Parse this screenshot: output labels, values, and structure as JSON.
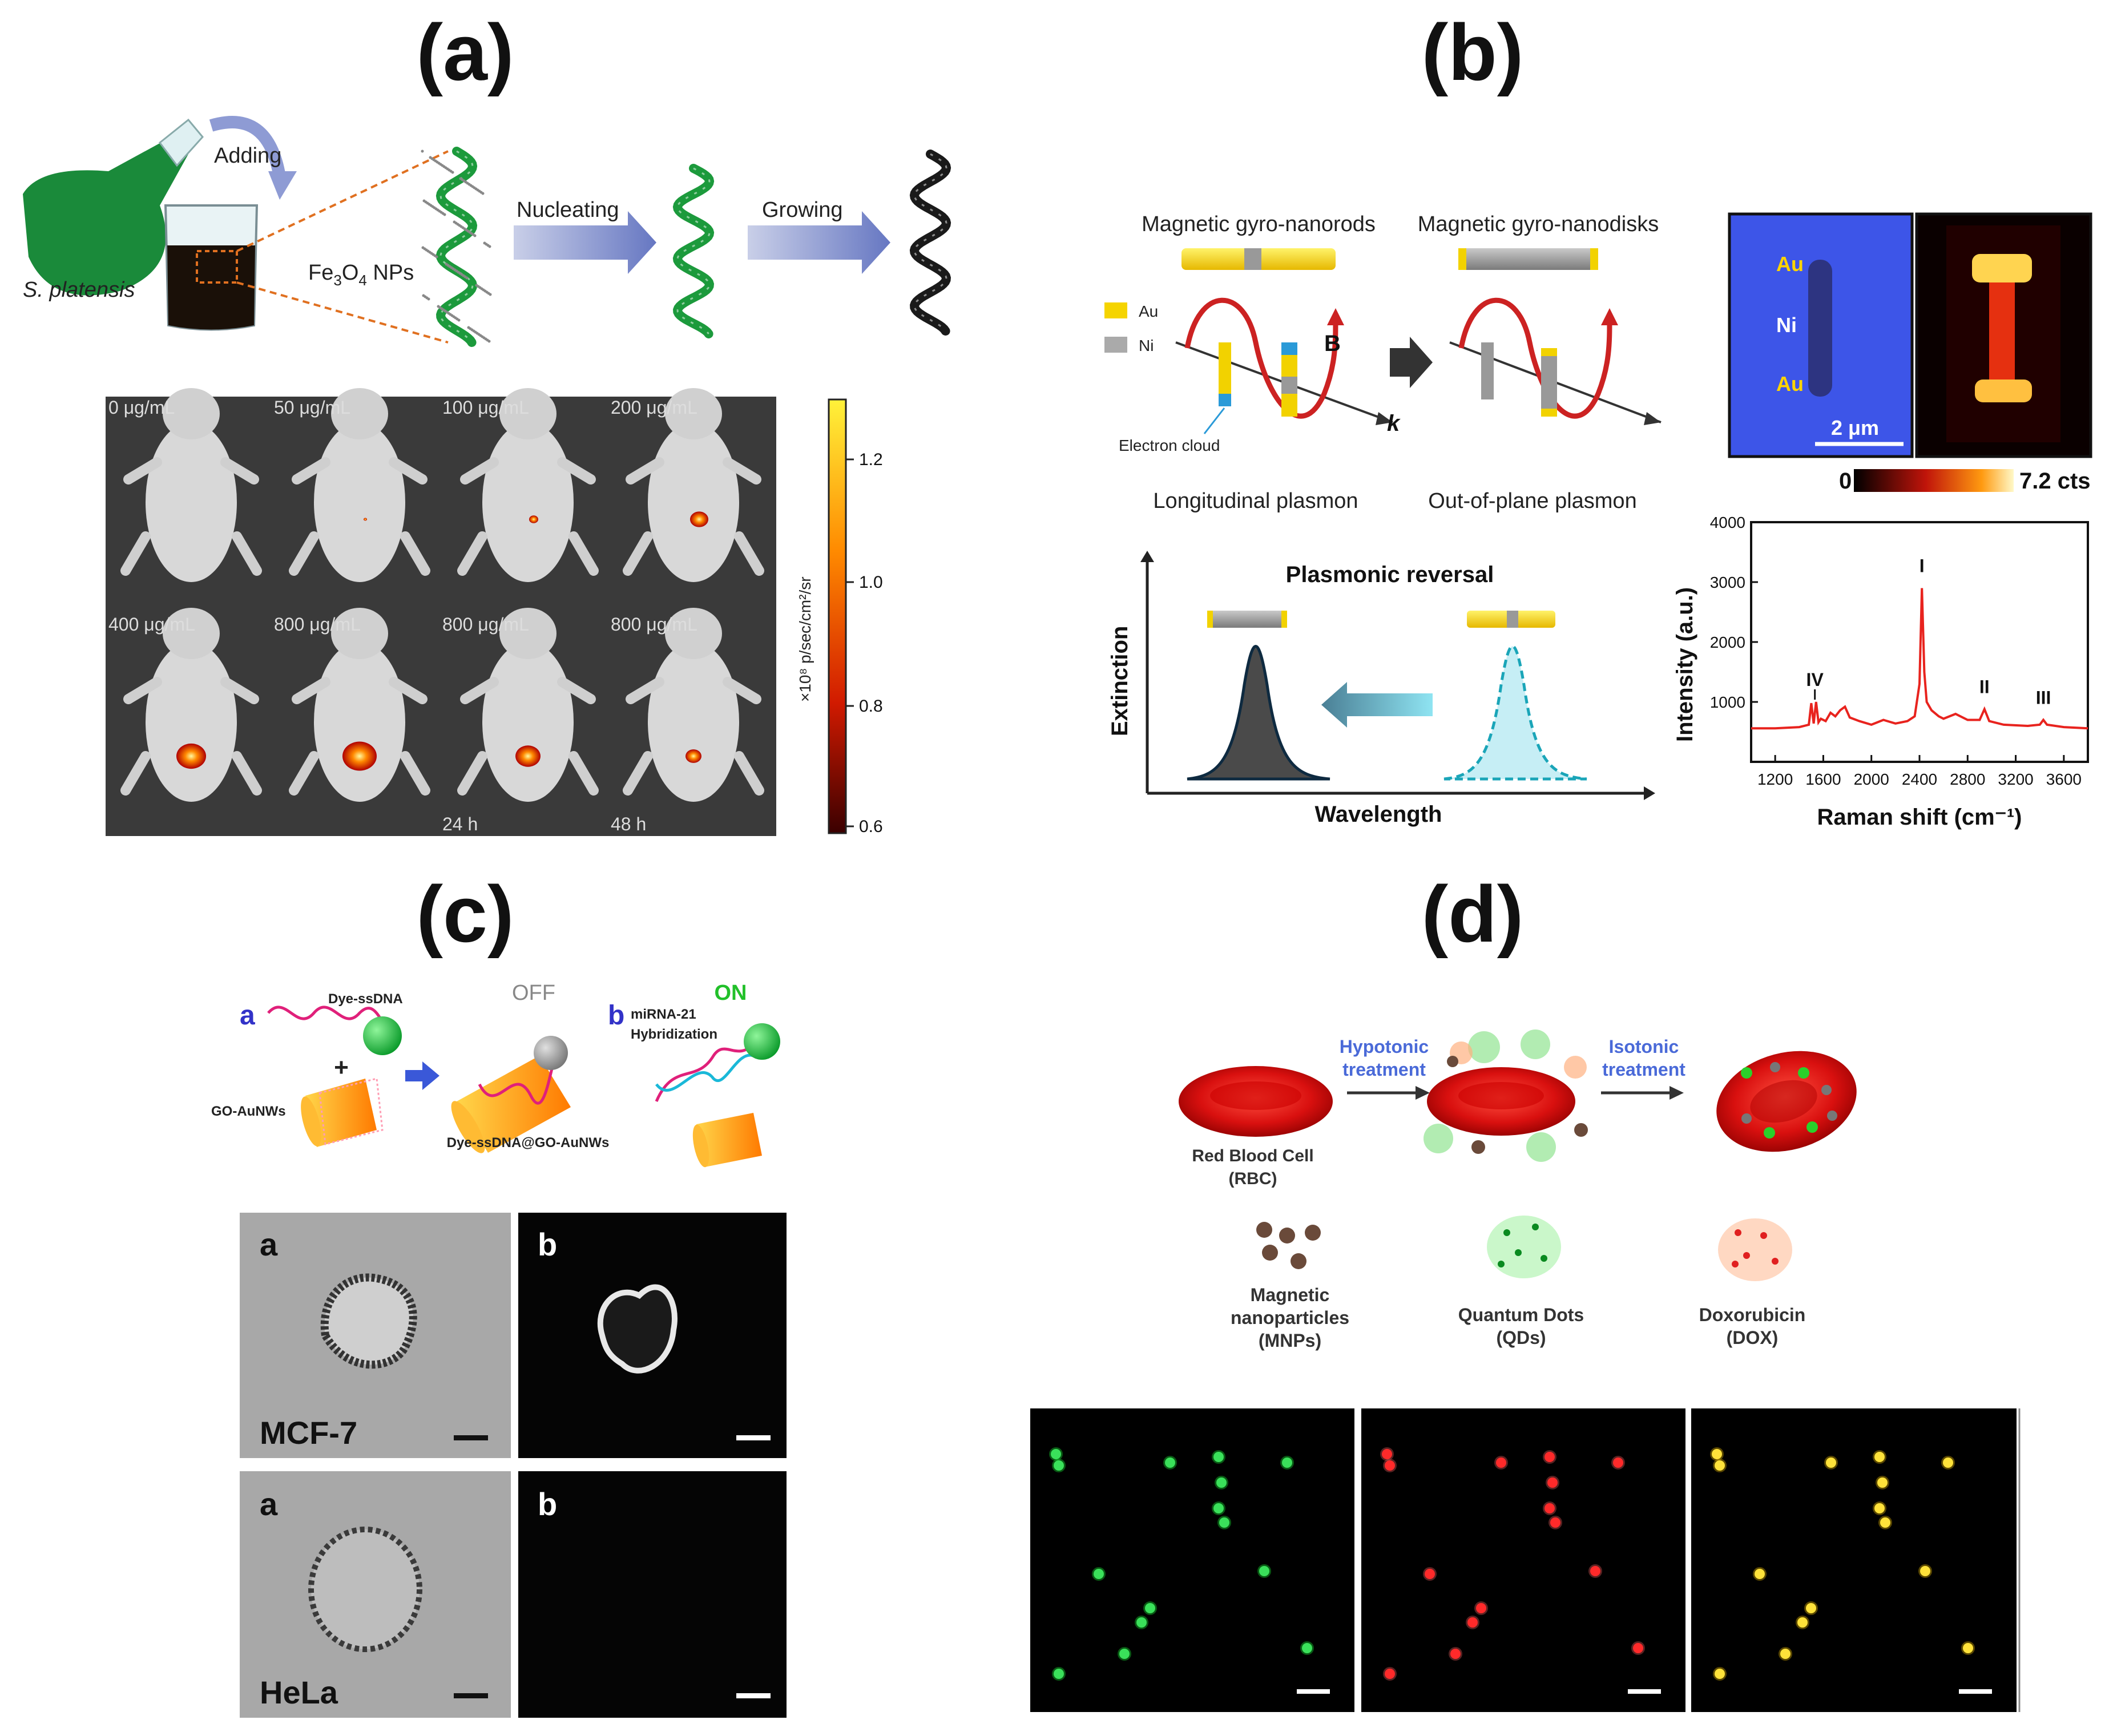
{
  "panels": {
    "a": {
      "label": "(a)",
      "adding": "Adding",
      "species": "S. platensis",
      "nps": "Fe",
      "nps_sub": "3",
      "nps_mid": "O",
      "nps_sub2": "4",
      "nps_tail": " NPs",
      "nucleating": "Nucleating",
      "growing": "Growing",
      "doses_top": [
        "0 μg/mL",
        "50 μg/mL",
        "100 μg/mL",
        "200 μg/mL"
      ],
      "doses_bottom": [
        "400 μg/mL",
        "800 μg/mL",
        "800 μg/mL",
        "800 μg/mL"
      ],
      "times": [
        "24 h",
        "48 h"
      ],
      "colorbar_label": "×10⁸ p/sec/cm²/sr",
      "colorbar_ticks": [
        "1.2",
        "1.0",
        "0.8",
        "0.6"
      ]
    },
    "b": {
      "label": "(b)",
      "nanorods": "Magnetic gyro-nanorods",
      "nanodisks": "Magnetic gyro-nanodisks",
      "legend_au": "Au",
      "legend_ni": "Ni",
      "field_b": "B",
      "field_k": "k",
      "electron_cloud": "Electron cloud",
      "longitudinal": "Longitudinal plasmon",
      "out_of_plane": "Out-of-plane plasmon",
      "reversal_title": "Plasmonic reversal",
      "extinction": "Extinction",
      "wavelength": "Wavelength",
      "micro_au_top": "Au",
      "micro_ni": "Ni",
      "micro_au_bottom": "Au",
      "scale": "2 μm",
      "cbar_min": "0",
      "cbar_max": "7.2 cts",
      "raman_peaks": [
        "I",
        "II",
        "III",
        "IV"
      ]
    },
    "c": {
      "label": "(c)",
      "a_mark": "a",
      "b_mark": "b",
      "dye_ssdna": "Dye-ssDNA",
      "plus": "+",
      "go_aunws": "GO-AuNWs",
      "off": "OFF",
      "on": "ON",
      "mirna": "miRNA-21",
      "hybridization": "Hybridization",
      "complex": "Dye-ssDNA@GO-AuNWs",
      "cells": [
        {
          "a": "a",
          "b": "b",
          "name": "MCF-7"
        },
        {
          "a": "a",
          "b": "b",
          "name": "HeLa"
        }
      ]
    },
    "d": {
      "label": "(d)",
      "hypotonic": [
        "Hypotonic",
        "treatment"
      ],
      "isotonic": [
        "Isotonic",
        "treatment"
      ],
      "rbc": [
        "Red Blood Cell",
        "(RBC)"
      ],
      "mnp": [
        "Magnetic",
        "nanoparticles",
        "(MNPs)"
      ],
      "qd": [
        "Quantum Dots",
        "(QDs)"
      ],
      "dox": [
        "Doxorubicin",
        "(DOX)"
      ]
    }
  },
  "chart_data": {
    "type": "line",
    "title": "",
    "xlabel": "Raman shift (cm⁻¹)",
    "ylabel": "Intensity (a.u.)",
    "xlim": [
      1000,
      3800
    ],
    "ylim": [
      0,
      4000
    ],
    "xticks": [
      1200,
      1600,
      2000,
      2400,
      2800,
      3200,
      3600
    ],
    "yticks": [
      1000,
      2000,
      3000,
      4000
    ],
    "series": [
      {
        "color": "#e8231e",
        "x": [
          1000,
          1200,
          1400,
          1480,
          1500,
          1520,
          1540,
          1560,
          1580,
          1620,
          1660,
          1700,
          1740,
          1780,
          1820,
          1900,
          2000,
          2100,
          2200,
          2300,
          2360,
          2400,
          2420,
          2440,
          2460,
          2500,
          2560,
          2600,
          2700,
          2800,
          2900,
          2940,
          2980,
          3100,
          3300,
          3400,
          3430,
          3460,
          3600,
          3800
        ],
        "y": [
          560,
          560,
          580,
          620,
          980,
          640,
          1000,
          660,
          720,
          680,
          820,
          760,
          860,
          920,
          740,
          680,
          620,
          700,
          640,
          680,
          760,
          1300,
          2900,
          1500,
          1000,
          860,
          760,
          720,
          800,
          700,
          700,
          880,
          680,
          620,
          600,
          620,
          700,
          620,
          580,
          560
        ]
      }
    ],
    "annotations": [
      {
        "text": "I",
        "x": 2420,
        "y": 2900
      },
      {
        "text": "II",
        "x": 2940,
        "y": 880
      },
      {
        "text": "III",
        "x": 3430,
        "y": 700
      },
      {
        "text": "IV",
        "x": 1530,
        "y": 1000
      }
    ]
  }
}
